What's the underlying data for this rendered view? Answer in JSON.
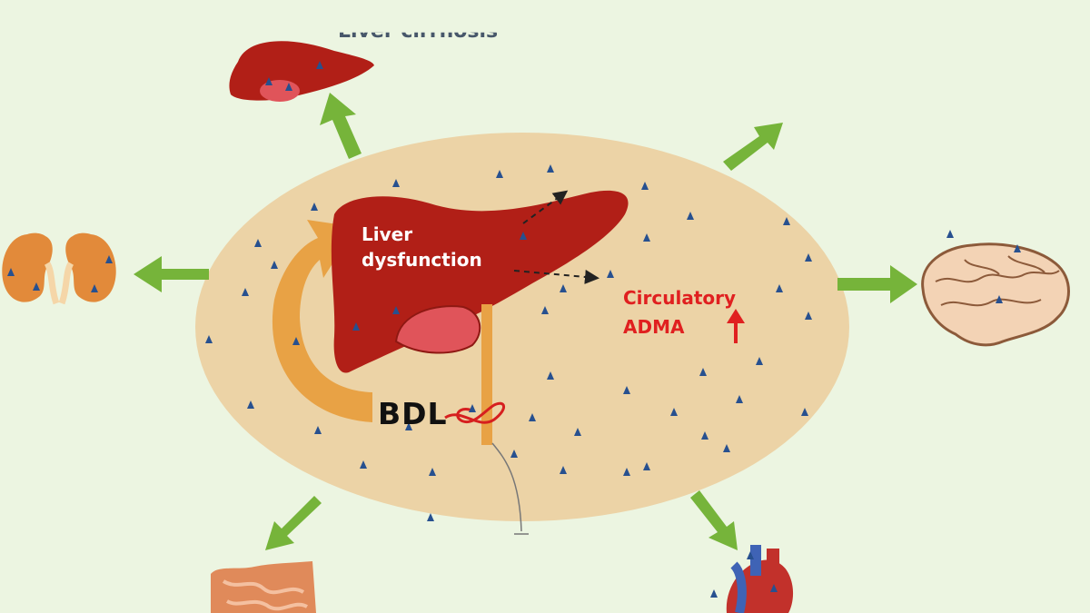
{
  "labels": {
    "top_caption": "Liver cirrhosis",
    "liver_dysfunction_line1": "Liver",
    "liver_dysfunction_line2": "dysfunction",
    "circulatory_line1": "Circulatory",
    "circulatory_line2": "ADMA",
    "bdl": "BDL"
  },
  "colors": {
    "background": "#ecf5e1",
    "ellipse": "#ecd3a6",
    "liver": "#b11f17",
    "gallbladder": "#e0545a",
    "green_arrow": "#76b43a",
    "orange_arrow": "#e8a245",
    "text_red": "#e02020",
    "adma_marker": "#27508f"
  },
  "icons": [
    "liver-icon",
    "kidney-icon",
    "brain-icon",
    "intestine-icon",
    "heart-icon",
    "ligature-knot-icon",
    "up-arrow-icon"
  ]
}
